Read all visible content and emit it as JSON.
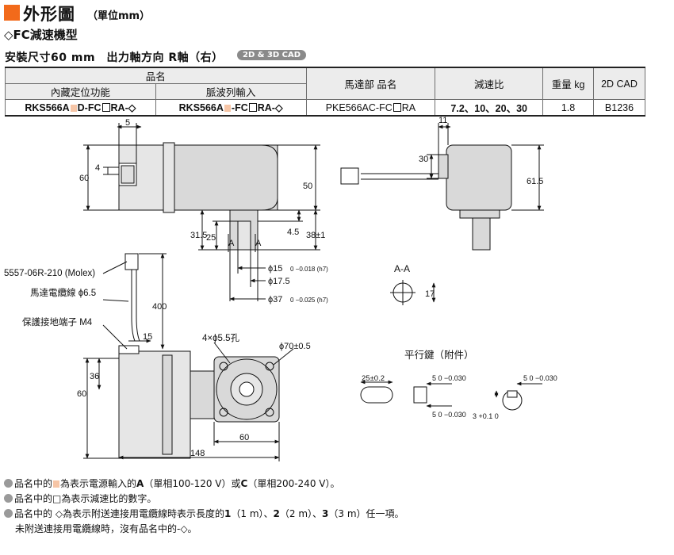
{
  "header": {
    "title": "外形圖",
    "unit": "（單位mm）",
    "subtitle": "◇FC減速機型",
    "spec_line": "安裝尺寸60 mm　出力軸方向 R軸（右）",
    "cad_badge": "2D & 3D CAD"
  },
  "table": {
    "group_header": "品名",
    "col_builtin": "內藏定位功能",
    "col_pulse": "脈波列輸入",
    "col_motor": "馬達部 品名",
    "col_ratio": "減速比",
    "col_weight": "重量 kg",
    "col_cad": "2D CAD",
    "row": {
      "builtin_a": "RKS566A",
      "builtin_b": "D-FC",
      "builtin_c": "RA-◇",
      "pulse_a": "RKS566A",
      "pulse_b": "-FC",
      "pulse_c": "RA-◇",
      "motor_a": "PKE566AC-FC",
      "motor_b": "RA",
      "ratio": "7.2、10、20、30",
      "weight": "1.8",
      "cad": "B1236"
    }
  },
  "drawing": {
    "dim_5": "5",
    "dim_4": "4",
    "dim_60_left": "60",
    "dim_50": "50",
    "dim_11": "11",
    "dim_30": "30",
    "dim_61_5": "61.5",
    "dim_31_5": "31.5",
    "dim_25": "25",
    "dim_4_5": "4.5",
    "dim_38": "38±1",
    "sec_a1": "A",
    "sec_a2": "A",
    "phi15": "ϕ15",
    "phi15_tol": "0 −0.018 (h7)",
    "phi17_5": "ϕ17.5",
    "phi37": "ϕ37",
    "phi37_tol": "0 −0.025 (h7)",
    "connector": "5557-06R-210 (Molex)",
    "motor_cable": "馬達電纜線 ϕ6.5",
    "ground": "保護接地端子 M4",
    "dim_400": "400",
    "dim_15": "15",
    "holes": "4×ϕ5.5孔",
    "phi70": "ϕ70±0.5",
    "dim_36": "36",
    "dim_60_front": "60",
    "dim_60_bottom": "60",
    "dim_148": "148",
    "section_label": "A-A",
    "dim_17": "17",
    "key_title": "平行鍵（附件）",
    "key_25": "25±0.2",
    "key_5a": "5 0 −0.030",
    "key_5b": "5 0 −0.030",
    "key_5c": "5 0 −0.030",
    "key_3": "3 +0.1 0"
  },
  "notes": {
    "n1_a": "品名中的",
    "n1_b": "為表示電源輸入的",
    "n1_A": "A",
    "n1_c": "（單相100-120 V）或",
    "n1_C": "C",
    "n1_d": "（單相200-240 V）。",
    "n2": "品名中的□為表示減速比的數字。",
    "n3_a": "品名中的 ◇為表示附送連接用電纜線時表示長度的",
    "n3_1": "1",
    "n3_b": "（1 m）、",
    "n3_2": "2",
    "n3_c": "（2 m）、",
    "n3_3": "3",
    "n3_d": "（3 m）任一項。",
    "n4": "未附送連接用電纜線時，沒有品名中的-◇。"
  },
  "colors": {
    "accent": "#f26a1b",
    "motor_fill": "#e6e6e6",
    "body_fill": "#d9d9d9",
    "badge": "#8a8a8a"
  }
}
